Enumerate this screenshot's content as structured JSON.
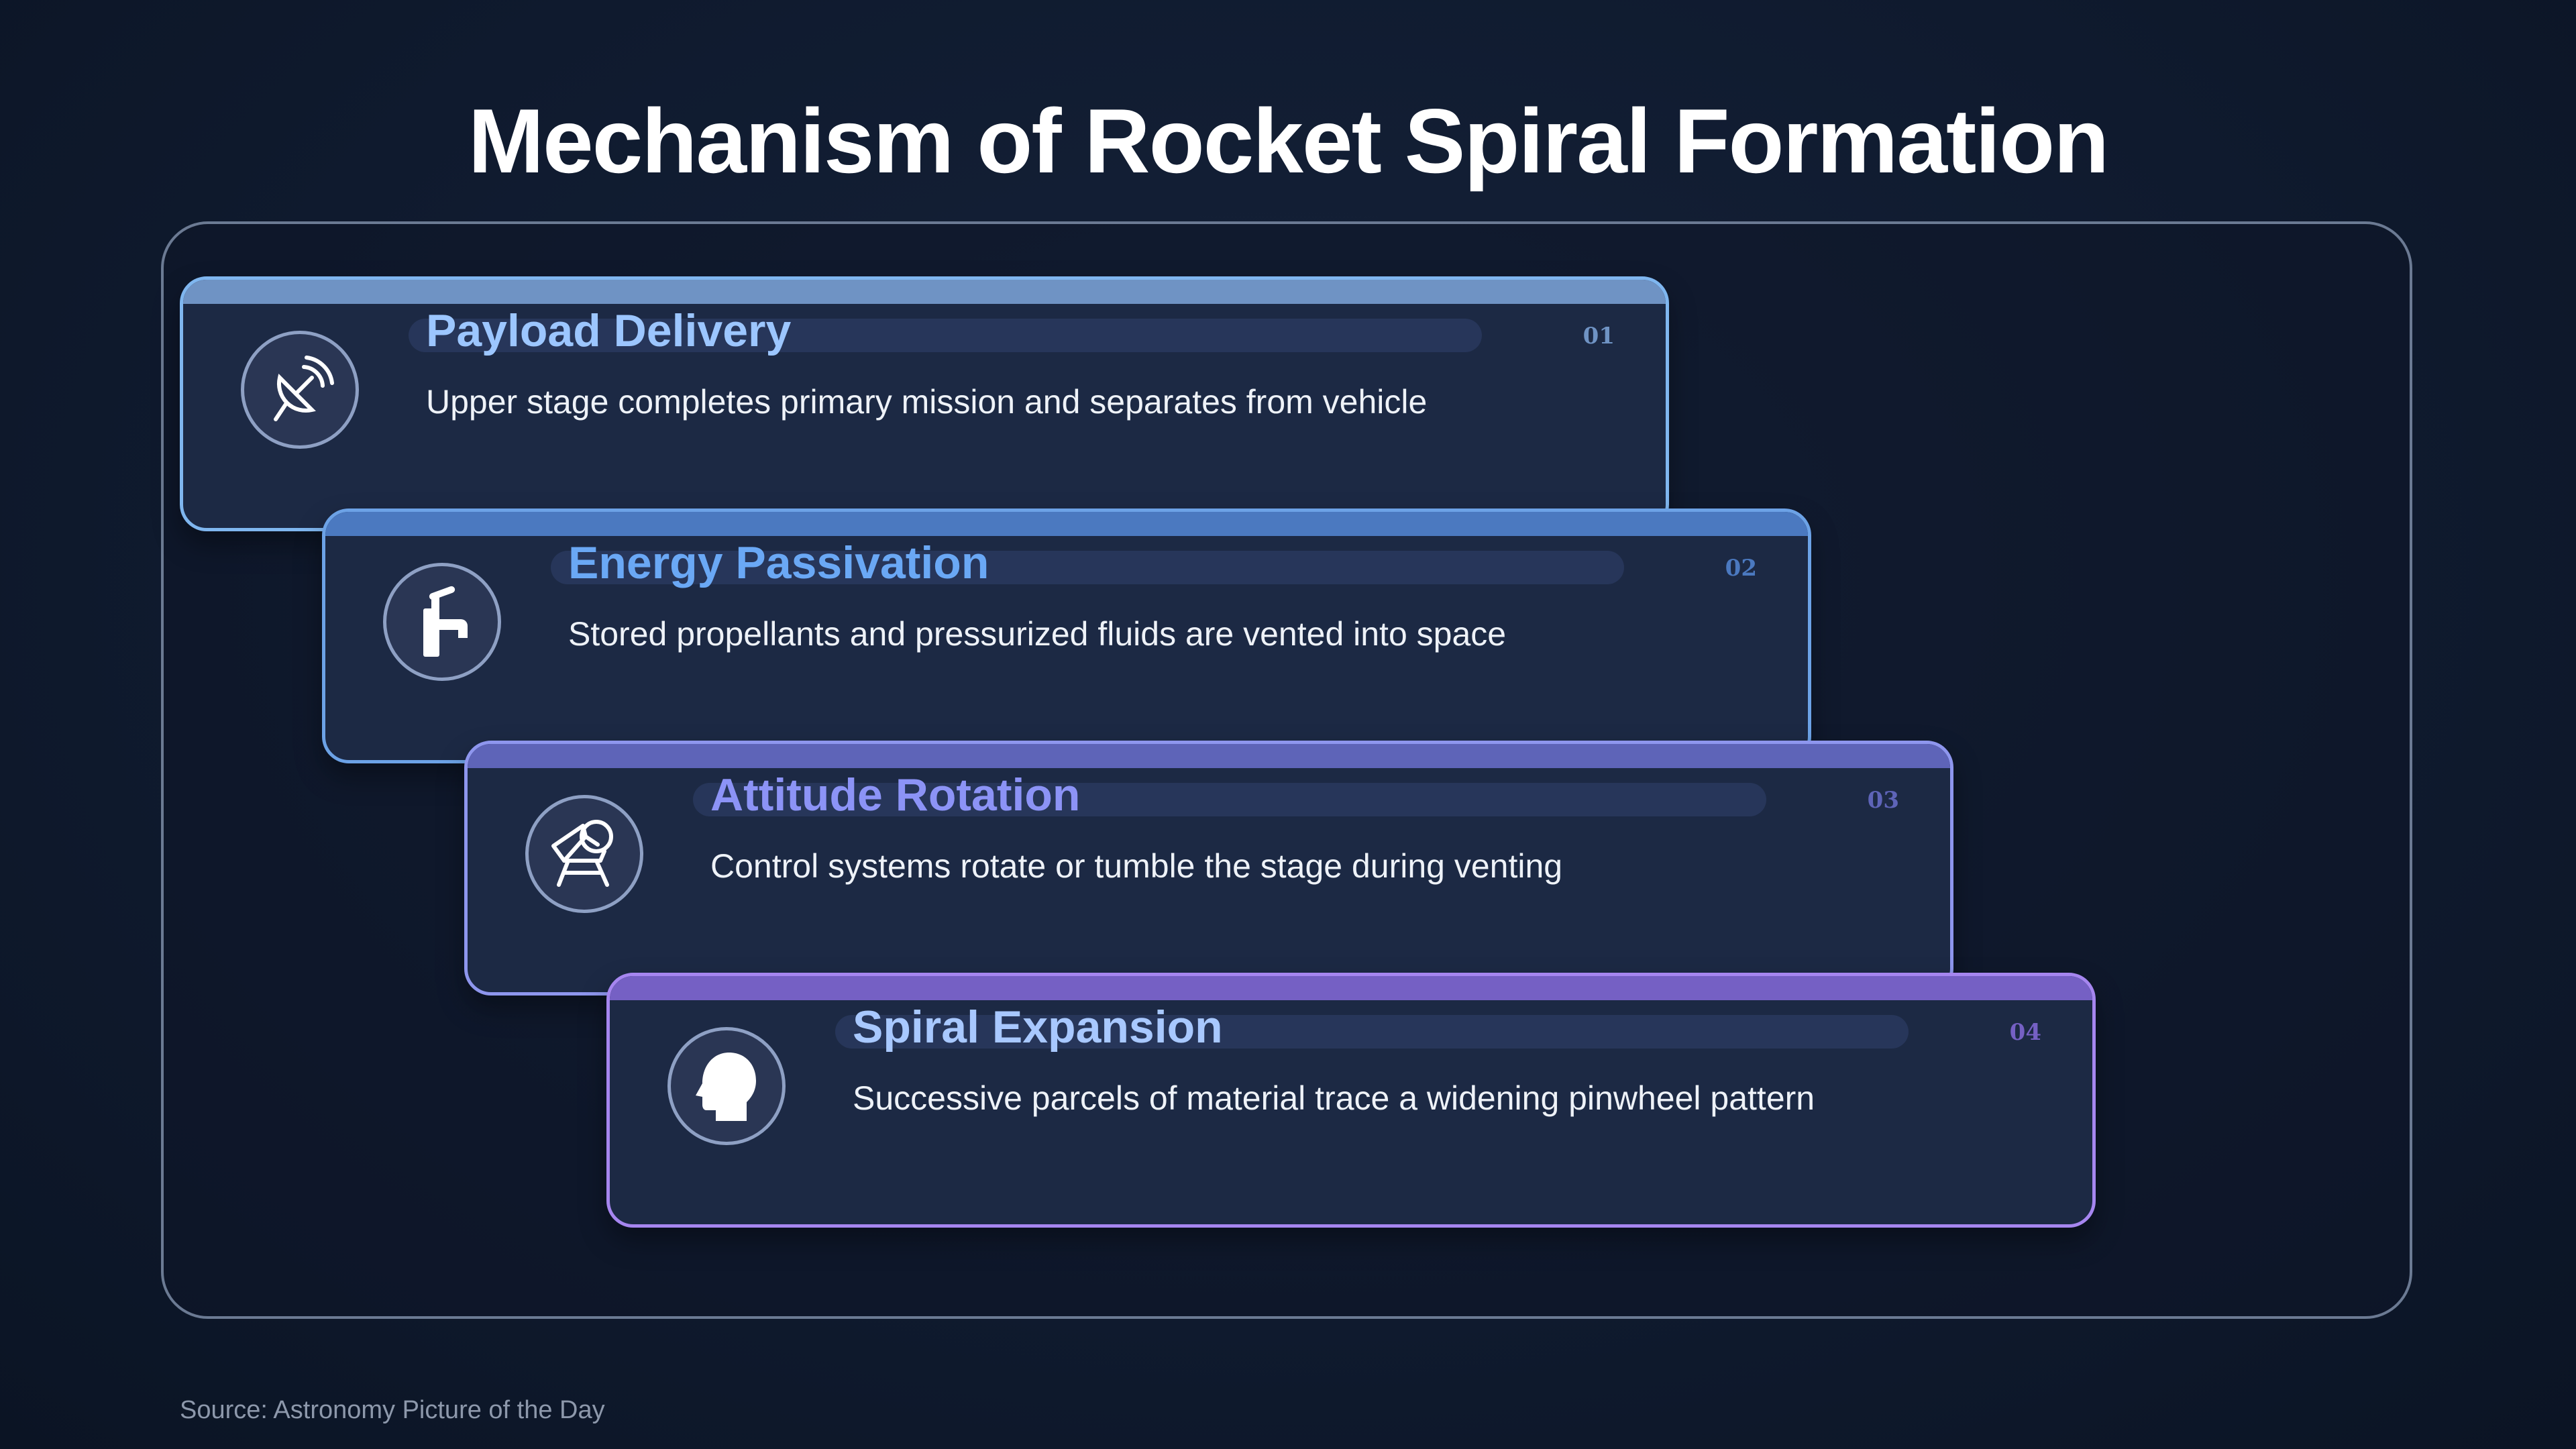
{
  "title": "Mechanism of Rocket Spiral Formation",
  "source": "Source: Astronomy Picture of the Day",
  "steps": [
    {
      "number": "01",
      "title": "Payload Delivery",
      "description": "Upper stage completes primary mission and separates from vehicle",
      "icon": "satellite-dish-icon",
      "accent": "#9cc6ff",
      "border": "#7fb6ef",
      "bar": "#6f93c4"
    },
    {
      "number": "02",
      "title": "Energy Passivation",
      "description": "Stored propellants and pressurized fluids are vented into space",
      "icon": "faucet-icon",
      "accent": "#6aa8f5",
      "border": "#6ca2e6",
      "bar": "#4b79c0"
    },
    {
      "number": "03",
      "title": "Attitude Rotation",
      "description": "Control systems rotate or tumble the stage during venting",
      "icon": "rotation-chair-icon",
      "accent": "#8c93f6",
      "border": "#8e96ee",
      "bar": "#5e64b8"
    },
    {
      "number": "04",
      "title": "Spiral Expansion",
      "description": "Successive parcels of material trace a widening pinwheel pattern",
      "icon": "head-profile-icon",
      "accent": "#a8c8ff",
      "border": "#a686f0",
      "bar": "#7560c4"
    }
  ]
}
